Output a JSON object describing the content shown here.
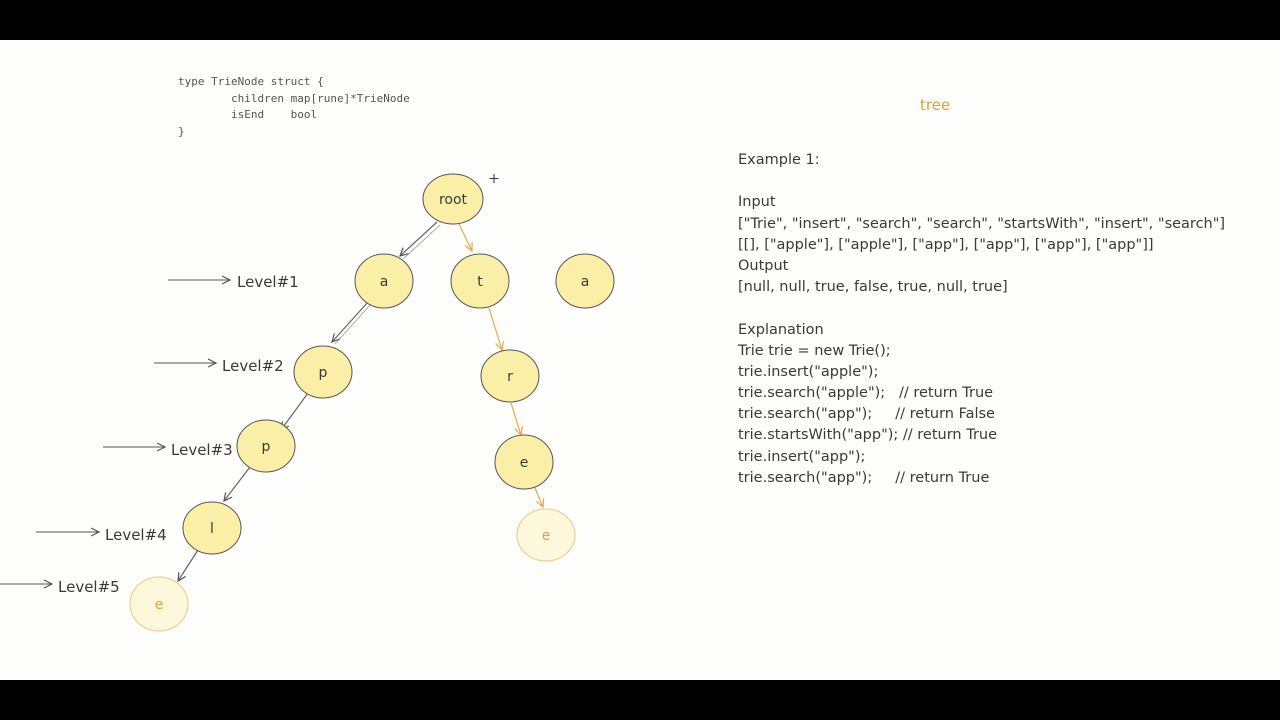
{
  "code": {
    "lines": [
      "type TrieNode struct {",
      "        children map[rune]*TrieNode",
      "        isEnd    bool",
      "}"
    ]
  },
  "title": "tree",
  "example": {
    "heading": "Example 1:",
    "input_label": "Input",
    "input_line1": "[\"Trie\", \"insert\", \"search\", \"search\", \"startsWith\", \"insert\", \"search\"]",
    "input_line2": "[[], [\"apple\"], [\"apple\"], [\"app\"], [\"app\"], [\"app\"], [\"app\"]]",
    "output_label": "Output",
    "output_line": "[null, null, true, false, true, null, true]",
    "explanation_label": "Explanation",
    "code_lines": [
      "Trie trie = new Trie();",
      "trie.insert(\"apple\");",
      "trie.search(\"apple\");   // return True",
      "trie.search(\"app\");     // return False",
      "trie.startsWith(\"app\"); // return True",
      "trie.insert(\"app\");",
      "trie.search(\"app\");     // return True"
    ]
  },
  "levels": [
    "Level#1",
    "Level#2",
    "Level#3",
    "Level#4",
    "Level#5"
  ],
  "nodes": {
    "root": "root",
    "a": "a",
    "t": "t",
    "a_stray": "a",
    "p1": "p",
    "p2": "p",
    "l": "l",
    "e_apple": "e",
    "r": "r",
    "e_tree1": "e",
    "e_tree2": "e"
  },
  "colors": {
    "node_fill": "#fbeea6",
    "node_fill_faded": "#fdf7dc",
    "node_stroke": "#555555",
    "node_stroke_faded": "#e8c98a",
    "edge_dark": "#555555",
    "edge_accent": "#e8a84a",
    "title_accent": "#e0a040",
    "background": "#fdfdfb",
    "frame": "#000000"
  }
}
